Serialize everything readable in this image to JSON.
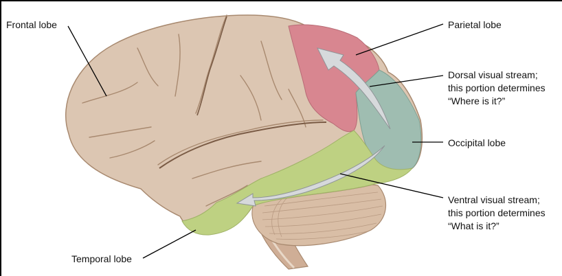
{
  "figure": {
    "subject": "Lateral view of the human brain showing lobes and visual streams",
    "colors": {
      "cortex": "#dcc6b2",
      "cortex_stroke": "#a8896f",
      "parietal": "#d88690",
      "occipital": "#9fbdb1",
      "temporal": "#bed182",
      "cerebellum": "#d9bea6",
      "brainstem": "#cfae96",
      "arrow": "#d6d9db",
      "arrow_stroke": "#8f9497",
      "leader_line": "#000000"
    }
  },
  "labels": {
    "frontal": "Frontal lobe",
    "parietal": "Parietal lobe",
    "dorsal": [
      "Dorsal visual stream;",
      "this portion determines",
      "“Where is it?”"
    ],
    "occipital": "Occipital lobe",
    "ventral": [
      "Ventral visual stream;",
      "this portion determines",
      "“What is it?”"
    ],
    "temporal": "Temporal lobe"
  }
}
